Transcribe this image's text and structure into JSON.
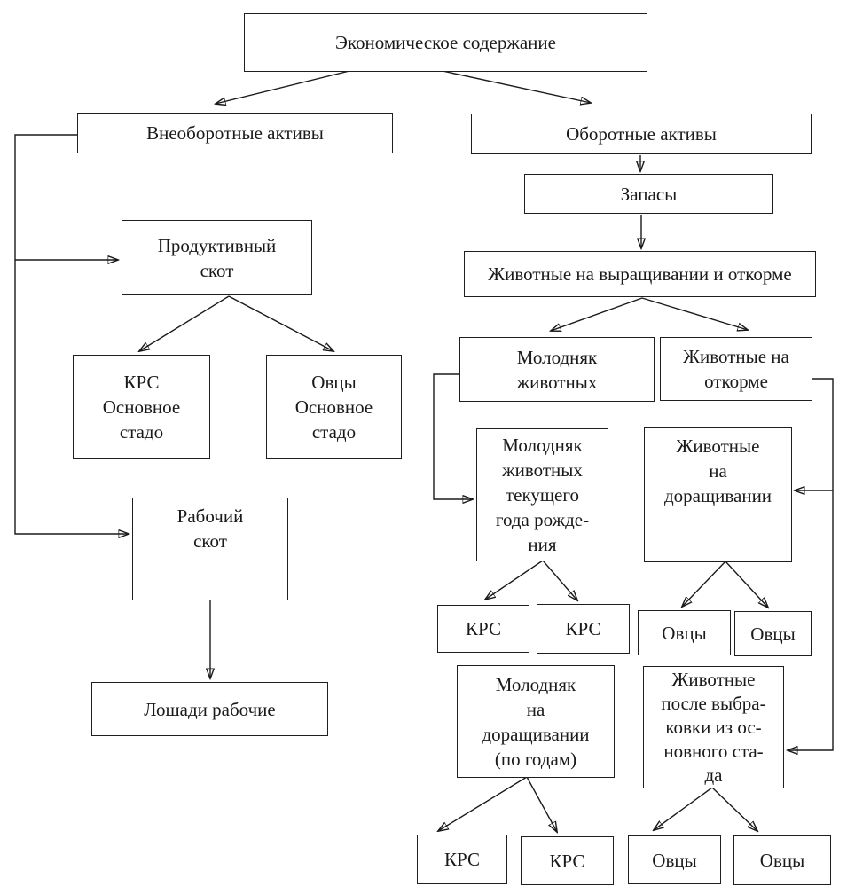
{
  "diagram": {
    "title": "Экономическое содержание",
    "nodes": {
      "root": {
        "label": "Экономическое содержание"
      },
      "noncurrent": {
        "label": "Внеоборотные активы"
      },
      "current": {
        "label": "Оборотные активы"
      },
      "zapasy": {
        "label": "Запасы"
      },
      "animals_raising": {
        "label": "Животные на выращивании и откорме"
      },
      "productive": {
        "label": "Продуктивный\nскот"
      },
      "krs_main": {
        "label": "КРС\nОсновное\nстадо"
      },
      "sheep_main": {
        "label": "Овцы\nОсновное\nстадо"
      },
      "working": {
        "label": "Рабочий\nскот"
      },
      "horses": {
        "label": "Лошади рабочие"
      },
      "young_animals": {
        "label": "Молодняк\nживотных"
      },
      "fattening": {
        "label": "Животные на\nоткорме"
      },
      "young_current_year": {
        "label": "Молодняк\nживотных\nтекущего\nгода рожде-\nния"
      },
      "rearing_animals": {
        "label": "Животные\nна\nдоращивании"
      },
      "krs_y1": {
        "label": "КРС"
      },
      "krs_y2": {
        "label": "КРС"
      },
      "sheep_r1": {
        "label": "Овцы"
      },
      "sheep_r2": {
        "label": "Овцы"
      },
      "young_rearing": {
        "label": "Молодняк\nна\nдоращивании\n(по годам)"
      },
      "culled": {
        "label": "Животные\nпосле выбра-\nковки из ос-\nновного ста-\nда"
      },
      "krs_b1": {
        "label": "КРС"
      },
      "krs_b2": {
        "label": "КРС"
      },
      "sheep_b1": {
        "label": "Овцы"
      },
      "sheep_b2": {
        "label": "Овцы"
      }
    },
    "edges": [
      {
        "from": "root",
        "to": "noncurrent"
      },
      {
        "from": "root",
        "to": "current"
      },
      {
        "from": "current",
        "to": "zapasy"
      },
      {
        "from": "zapasy",
        "to": "animals_raising"
      },
      {
        "from": "animals_raising",
        "to": "young_animals"
      },
      {
        "from": "animals_raising",
        "to": "fattening"
      },
      {
        "from": "noncurrent",
        "to": "productive"
      },
      {
        "from": "noncurrent",
        "to": "working"
      },
      {
        "from": "productive",
        "to": "krs_main"
      },
      {
        "from": "productive",
        "to": "sheep_main"
      },
      {
        "from": "working",
        "to": "horses"
      },
      {
        "from": "young_animals",
        "to": "young_current_year"
      },
      {
        "from": "young_current_year",
        "to": "krs_y1"
      },
      {
        "from": "young_current_year",
        "to": "krs_y2"
      },
      {
        "from": "fattening",
        "to": "rearing_animals"
      },
      {
        "from": "fattening",
        "to": "culled"
      },
      {
        "from": "rearing_animals",
        "to": "sheep_r1"
      },
      {
        "from": "rearing_animals",
        "to": "sheep_r2"
      },
      {
        "from": "young_rearing",
        "to": "krs_b1"
      },
      {
        "from": "young_rearing",
        "to": "krs_b2"
      },
      {
        "from": "culled",
        "to": "sheep_b1"
      },
      {
        "from": "culled",
        "to": "sheep_b2"
      }
    ],
    "colors": {
      "line": "#1a1a1a",
      "box_border": "#1f1f1f",
      "background": "#ffffff"
    }
  }
}
